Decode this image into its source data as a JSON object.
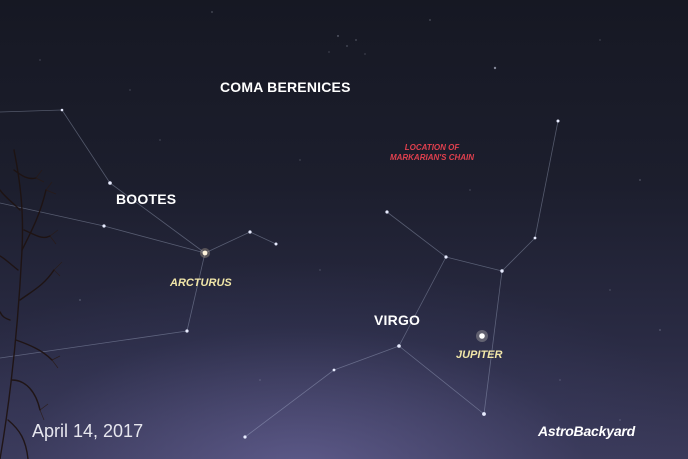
{
  "labels": {
    "coma": "COMA BERENICES",
    "bootes": "BOOTES",
    "virgo": "VIRGO",
    "arcturus": "ARCTURUS",
    "jupiter": "JUPITER",
    "markarian_line1": "LOCATION OF",
    "markarian_line2": "MARKARIAN'S CHAIN"
  },
  "caption": {
    "date": "April 14, 2017",
    "brand": "AstroBackyard"
  },
  "colors": {
    "constellation_labels": "#ffffff",
    "star_labels": "#f1e6a8",
    "highlight_label": "#e0404e",
    "sky": "#1c1e2d"
  }
}
